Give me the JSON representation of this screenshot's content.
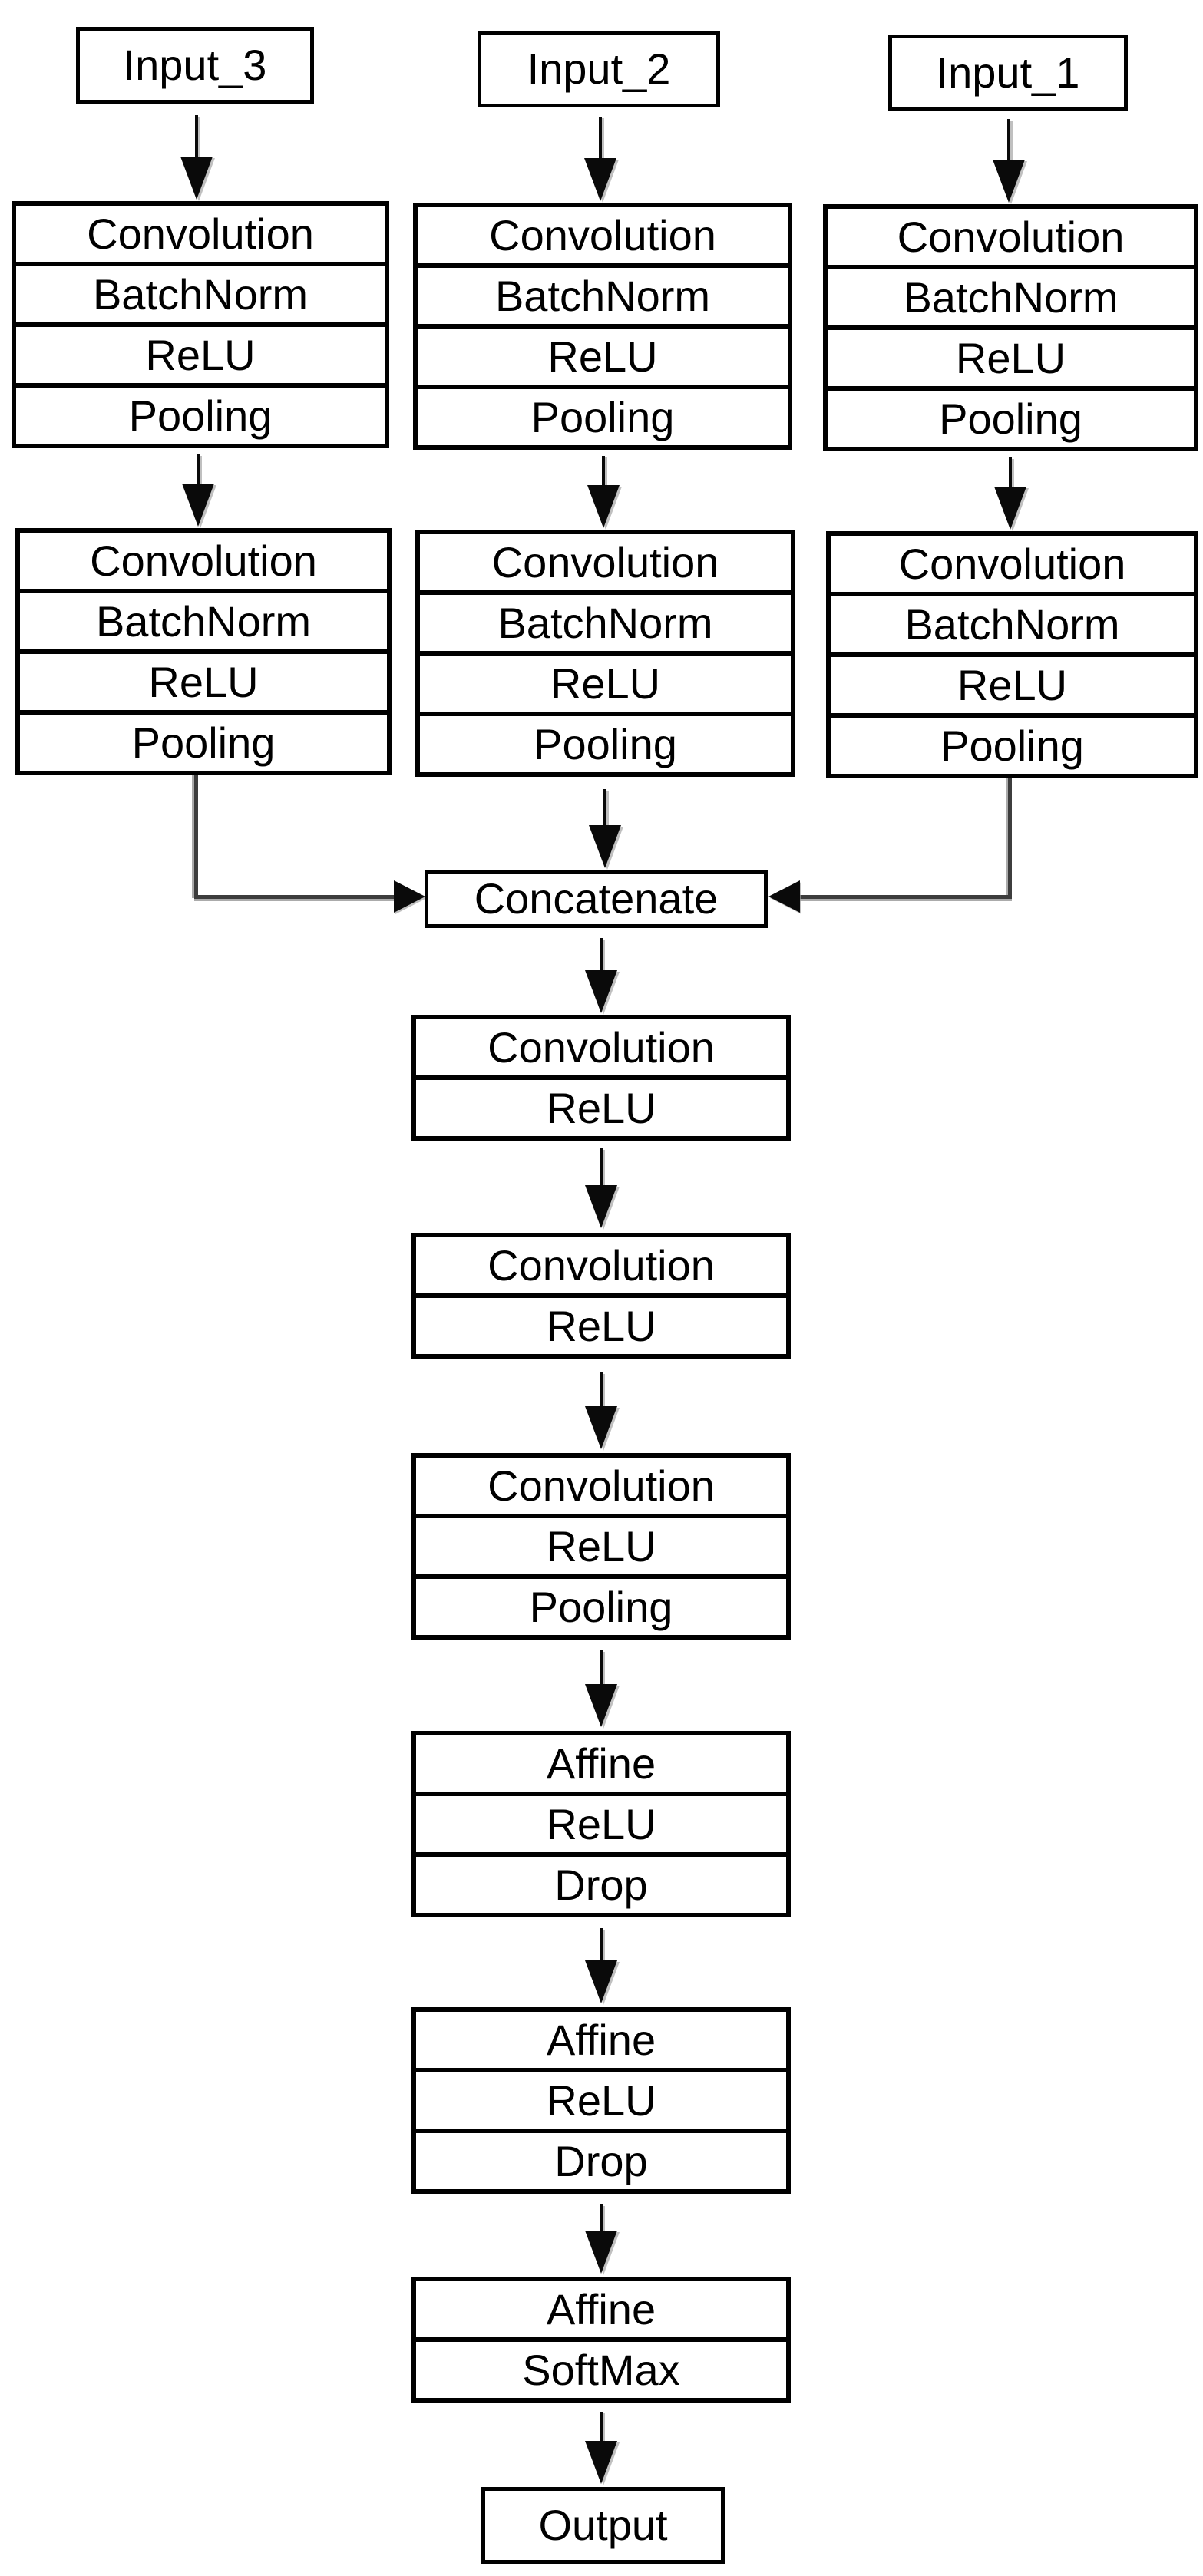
{
  "colors": {
    "background": "#ffffff",
    "box_border": "#000000",
    "text": "#000000",
    "connector": "#3d3d3d",
    "connector_shadow": "#ababab"
  },
  "inputs": {
    "left": "Input_3",
    "middle": "Input_2",
    "right": "Input_1"
  },
  "stage1": [
    "Convolution",
    "BatchNorm",
    "ReLU",
    "Pooling"
  ],
  "stage2": [
    "Convolution",
    "BatchNorm",
    "ReLU",
    "Pooling"
  ],
  "merge": "Concatenate",
  "trunk": [
    [
      "Convolution",
      "ReLU"
    ],
    [
      "Convolution",
      "ReLU"
    ],
    [
      "Convolution",
      "ReLU",
      "Pooling"
    ],
    [
      "Affine",
      "ReLU",
      "Drop"
    ],
    [
      "Affine",
      "ReLU",
      "Drop"
    ],
    [
      "Affine",
      "SoftMax"
    ]
  ],
  "output": "Output"
}
